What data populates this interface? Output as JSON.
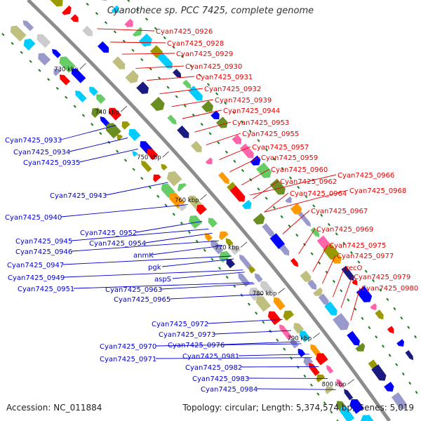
{
  "title": "Cyanothece sp. PCC 7425, complete genome",
  "footer": {
    "accession": "Accession: NC_011884",
    "summary": "Topology: circular; Length: 5,374,574 bp; Genes: 5,019"
  },
  "colors": {
    "backbone": "#8c8c8c",
    "forward_label": "#e30000",
    "reverse_label": "#0000cc",
    "tick_dots": "#1a7a1a"
  },
  "kbp_ticks": [
    "730 kbp",
    "740 kbp",
    "750 kbp",
    "760 kbp",
    "770 kbp",
    "780 kbp",
    "790 kbp",
    "800 kbp"
  ],
  "forward_genes": [
    "Cyan7425_0926",
    "Cyan7425_0928",
    "Cyan7425_0929",
    "Cyan7425_0930",
    "Cyan7425_0931",
    "Cyan7425_0932",
    "Cyan7425_0939",
    "Cyan7425_0944",
    "Cyan7425_0953",
    "Cyan7425_0955",
    "Cyan7425_0957",
    "Cyan7425_0959",
    "Cyan7425_0960",
    "Cyan7425_0962",
    "Cyan7425_0964",
    "Cyan7425_0966",
    "Cyan7425_0968",
    "Cyan7425_0967",
    "Cyan7425_0969",
    "Cyan7425_0975",
    "Cyan7425_0977",
    "recO",
    "Cyan7425_0979",
    "Cyan7425_0980"
  ],
  "reverse_genes": [
    "Cyan7425_0933",
    "Cyan7425_0934",
    "Cyan7425_0935",
    "Cyan7425_0943",
    "Cyan7425_0940",
    "Cyan7425_0945",
    "Cyan7425_0952",
    "Cyan7425_0946",
    "Cyan7425_0954",
    "anmK",
    "Cyan7425_0947",
    "pgk",
    "Cyan7425_0949",
    "aspS",
    "Cyan7425_0951",
    "Cyan7425_0963",
    "Cyan7425_0965",
    "Cyan7425_0972",
    "Cyan7425_0973",
    "Cyan7425_0976",
    "Cyan7425_0970",
    "Cyan7425_0981",
    "Cyan7425_0971",
    "Cyan7425_0982",
    "Cyan7425_0983",
    "Cyan7425_0984"
  ]
}
